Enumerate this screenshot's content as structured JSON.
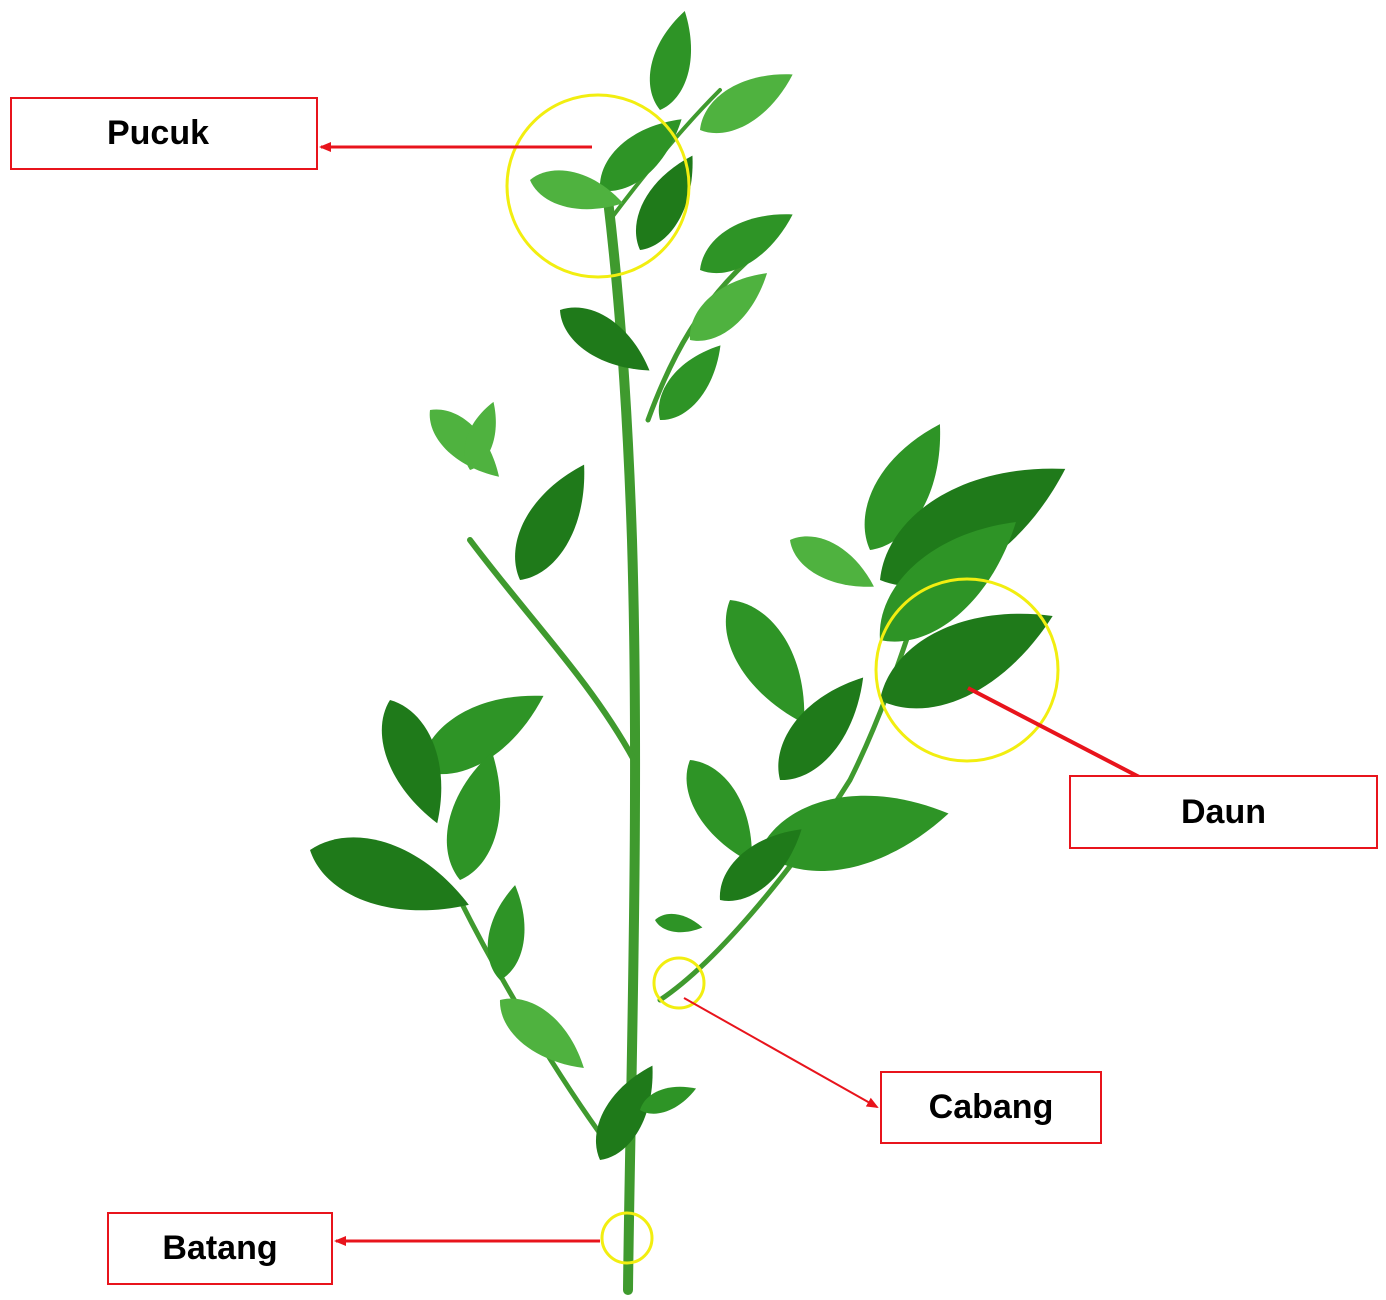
{
  "labels": {
    "pucuk": "Pucuk",
    "daun": "Daun",
    "cabang": "Cabang",
    "batang": "Batang"
  },
  "colors": {
    "arrow": "#e8141c",
    "highlight_circle": "#f2ee10",
    "leaf_dark": "#1f7a1a",
    "leaf_mid": "#2e9426",
    "leaf_light": "#4fb23f",
    "stem": "#3f9a2e"
  }
}
